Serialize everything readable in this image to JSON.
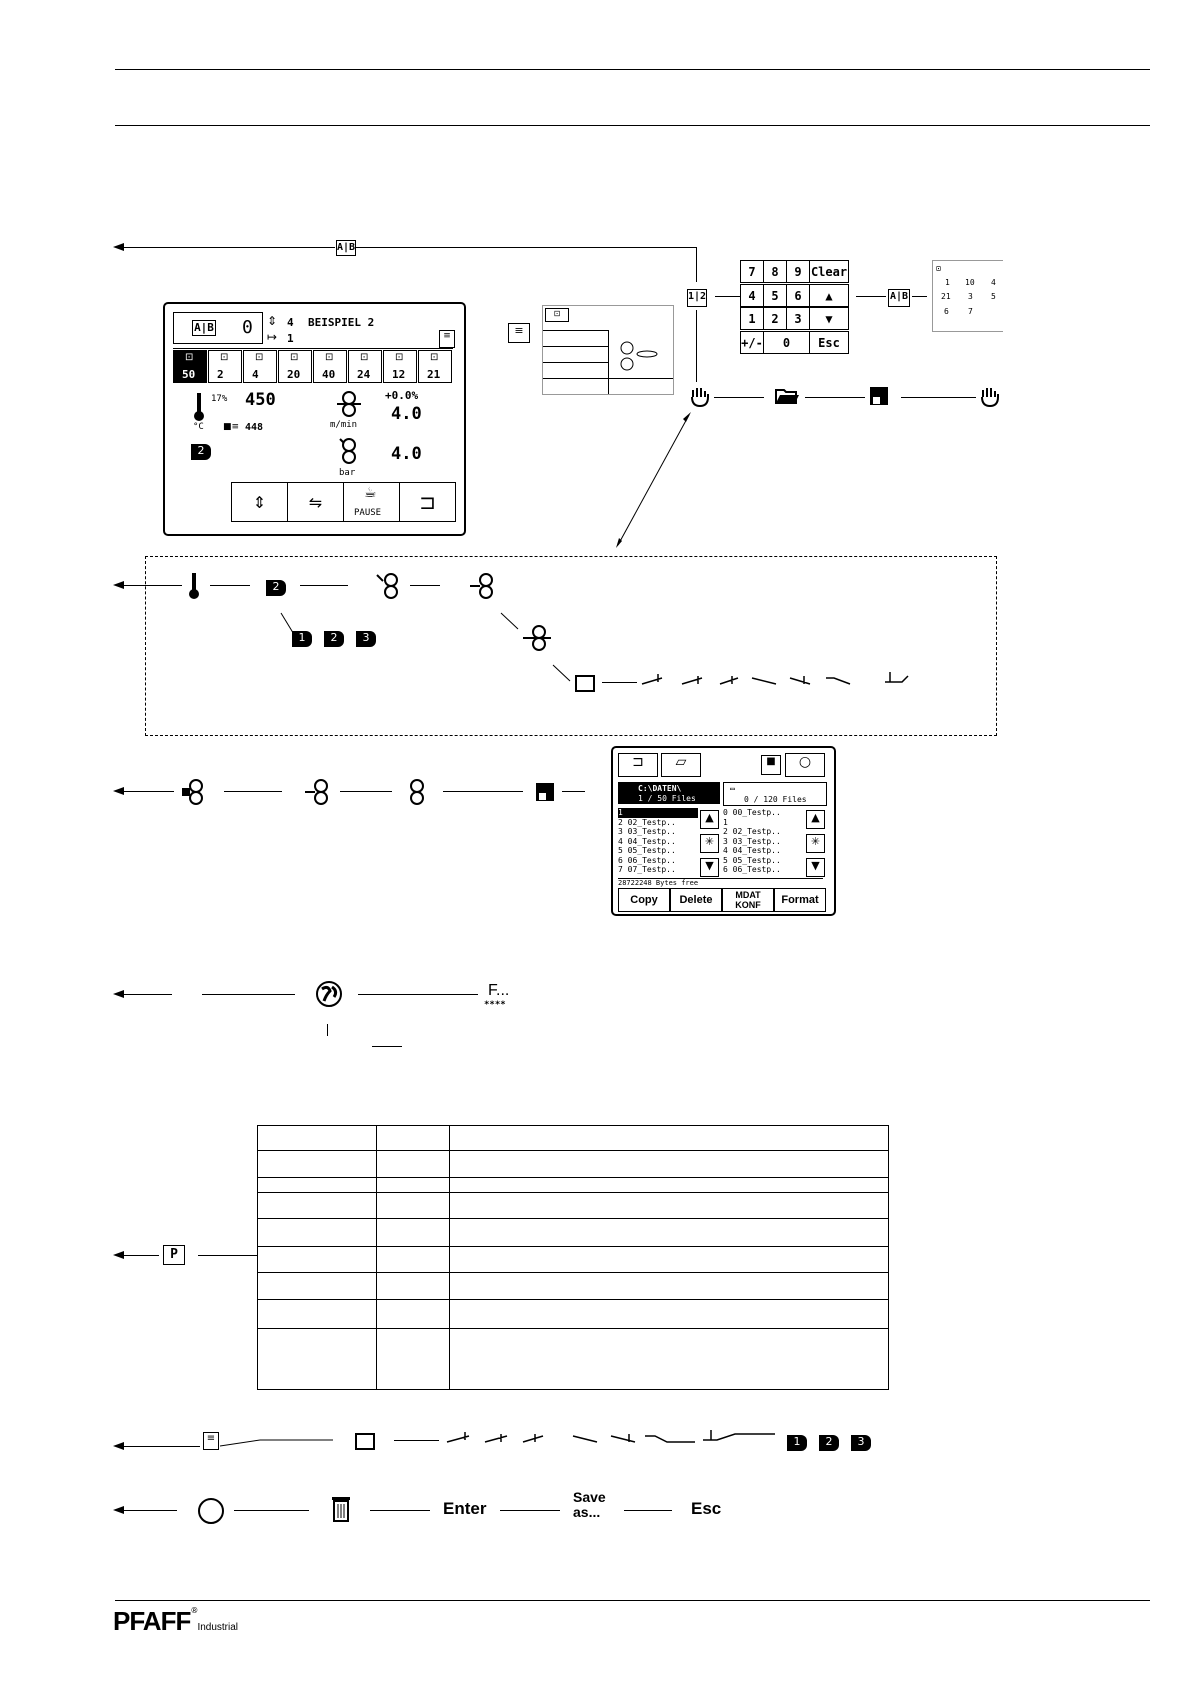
{
  "program_screen": {
    "counter_icon": "ab-counter-icon",
    "counter_value": "0",
    "pieces": "4",
    "program_name": "BEISPIEL 2",
    "step": "1",
    "segment_values": [
      "50",
      "2",
      "4",
      "20",
      "40",
      "24",
      "12",
      "21"
    ],
    "temp_percent": "17%",
    "temp_value": "450",
    "temp_unit": "°C",
    "heater_value": "448",
    "speed_correction": "+0.0%",
    "speed_value": "4.0",
    "speed_unit": "m/min",
    "pressure_value": "4.0",
    "pressure_unit": "bar",
    "pause_label": "PAUSE",
    "roll_mode": "2"
  },
  "keypad": {
    "keys": [
      "7",
      "8",
      "9",
      "Clear",
      "4",
      "5",
      "6",
      "▲",
      "1",
      "2",
      "3",
      "▼",
      "+/-",
      "0",
      "Esc"
    ]
  },
  "seam_list": {
    "values": [
      "1",
      "10",
      "4",
      "21",
      "3",
      "5",
      "6",
      "7"
    ]
  },
  "file_manager": {
    "path": "C:\\DATEN\\",
    "left_count": "1 / 50 Files",
    "right_count": "0 / 120 Files",
    "left_files": [
      "1",
      "2 02_Testp..",
      "3 03_Testp..",
      "4 04_Testp..",
      "5 05_Testp..",
      "6 06_Testp..",
      "7 07_Testp.."
    ],
    "right_files": [
      "0 00_Testp..",
      "1",
      "2 02_Testp..",
      "3 03_Testp..",
      "4 04_Testp..",
      "5 05_Testp..",
      "6 06_Testp.."
    ],
    "status": "28722248 Bytes free",
    "buttons": [
      "Copy",
      "Delete",
      "MDAT KONF",
      "Format"
    ]
  },
  "flow": {
    "roll_numbers": [
      "1",
      "2",
      "3"
    ],
    "bottom_roll_numbers": [
      "1",
      "2",
      "3"
    ],
    "f_label": "F...",
    "f_stars": "****",
    "p_label": "P",
    "enter_label": "Enter",
    "save_label": "Save as...",
    "esc_label": "Esc"
  },
  "footer": {
    "brand": "PFAFF",
    "registered": "®",
    "sub": "Industrial"
  }
}
